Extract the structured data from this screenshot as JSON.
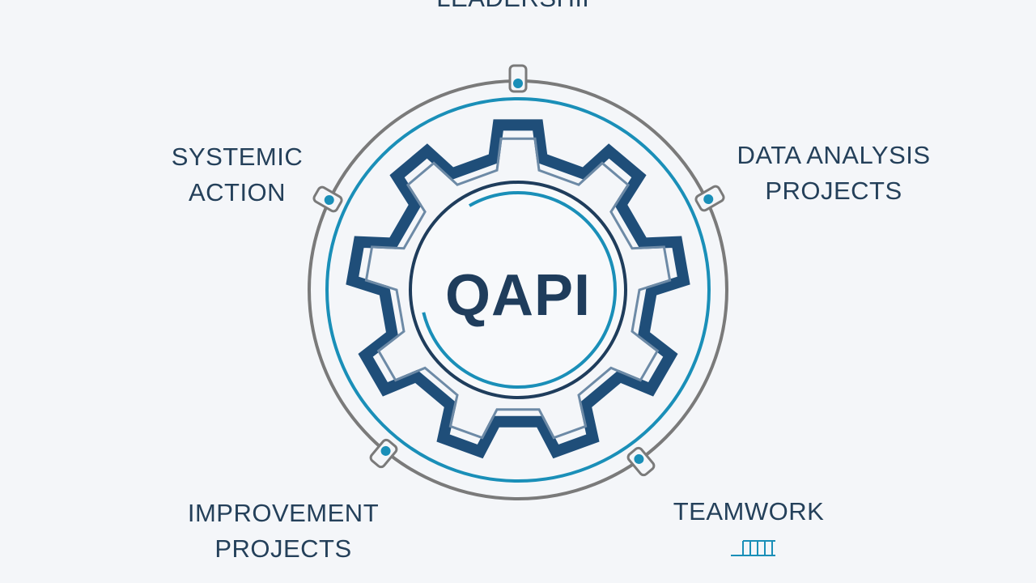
{
  "center": {
    "title": "QAPI"
  },
  "labels": {
    "top": "LEADERSHIP",
    "top_left": [
      "SYSTEMIC",
      "ACTION"
    ],
    "top_right": [
      "DATA ANALYSIS",
      "PROJECTS"
    ],
    "bottom_left": [
      "IMPROVEMENT",
      "PROJECTS"
    ],
    "bottom_right": "TEAMWORK"
  },
  "colors": {
    "background": "#f4f6f9",
    "navy": "#1f4e79",
    "teal": "#1a8fb8",
    "gray": "#7a7a7a",
    "text": "#24405a"
  },
  "icons": [
    "gear-icon",
    "connector-node-icon",
    "bar-icon"
  ]
}
